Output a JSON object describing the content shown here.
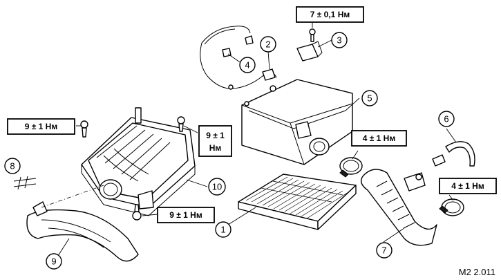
{
  "figure_code": "M2 2.011",
  "callouts": [
    {
      "label": "1"
    },
    {
      "label": "2"
    },
    {
      "label": "3"
    },
    {
      "label": "4"
    },
    {
      "label": "5"
    },
    {
      "label": "6"
    },
    {
      "label": "7"
    },
    {
      "label": "8"
    },
    {
      "label": "9"
    },
    {
      "label": "10"
    }
  ],
  "torque_labels": [
    {
      "text": "7 ± 0,1 Нм"
    },
    {
      "text": "9 ± 1 Нм"
    },
    {
      "text": "9 ± 1"
    },
    {
      "text": "Нм"
    },
    {
      "text": "4 ± 1 Нм"
    },
    {
      "text": "4 ± 1 Нм"
    },
    {
      "text": "9 ± 1 Нм"
    }
  ]
}
